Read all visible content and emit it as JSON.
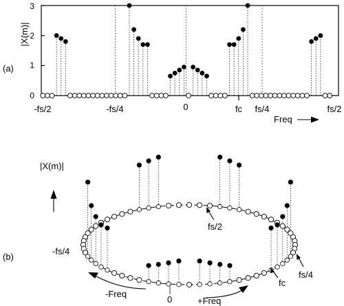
{
  "panel_a": {
    "label": "(a)",
    "ylabel": "|X(m)|",
    "y_ticks": [
      "0",
      "1",
      "2",
      "3"
    ],
    "x_ticks": [
      "-fs/2",
      "-fs/4",
      "0",
      "fc",
      "fs/4",
      "fs/2"
    ],
    "freq_label": "Freq"
  },
  "panel_b": {
    "label": "(b)",
    "ylabel": "|X(m)|",
    "labels": {
      "fs2": "fs/2",
      "neg_fs4": "-fs/4",
      "fs4": "fs/4",
      "fc": "fc",
      "zero": "0",
      "neg_freq": "-Freq",
      "pos_freq": "+Freq"
    }
  },
  "chart_data": {
    "type": "scatter",
    "xlabel": "Freq",
    "ylabel": "|X(m)|",
    "ylim": [
      0,
      3
    ],
    "grid": true,
    "bins": [
      -32,
      -31,
      -30,
      -29,
      -28,
      -27,
      -26,
      -25,
      -24,
      -23,
      -22,
      -21,
      -20,
      -19,
      -18,
      -17,
      -16,
      -15,
      -14,
      -13,
      -12,
      -11,
      -10,
      -9,
      -8,
      -7,
      -6,
      -5,
      -4,
      -3,
      -2,
      -1,
      0,
      1,
      2,
      3,
      4,
      5,
      6,
      7,
      8,
      9,
      10,
      11,
      12,
      13,
      14,
      15,
      16,
      17,
      18,
      19,
      20,
      21,
      22,
      23,
      24,
      25,
      26,
      27,
      28,
      29,
      30,
      31
    ],
    "values": [
      0,
      0,
      0,
      2,
      1.9,
      1.8,
      0,
      0,
      0,
      0,
      0,
      0,
      0,
      0,
      0,
      0,
      0,
      0,
      0,
      3,
      2.2,
      1.9,
      1.7,
      1.7,
      0,
      0,
      0,
      0,
      0.65,
      0.75,
      0.85,
      0.95,
      0,
      0.95,
      0.85,
      0.75,
      0.65,
      0,
      0,
      0,
      0,
      1.7,
      1.7,
      1.9,
      2.2,
      3,
      0,
      0,
      0,
      0,
      0,
      0,
      0,
      0,
      0,
      0,
      0,
      0,
      0,
      1.8,
      1.9,
      2,
      0,
      0
    ]
  }
}
